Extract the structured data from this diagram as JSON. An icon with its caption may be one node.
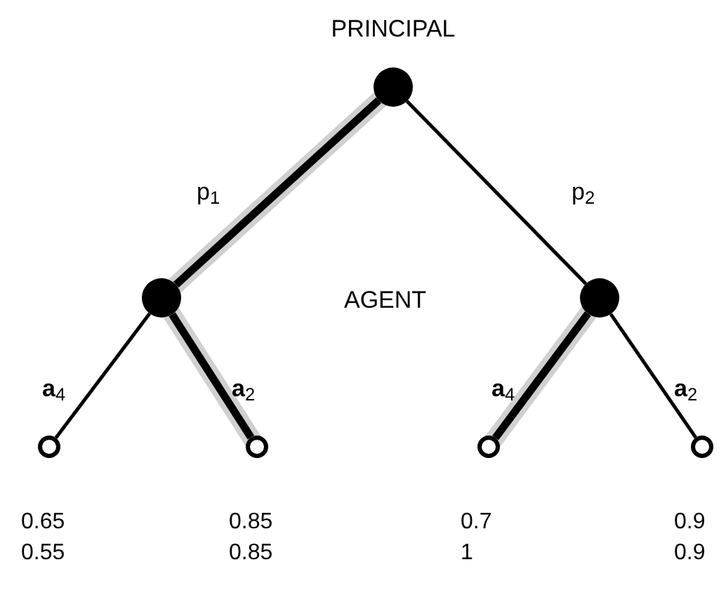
{
  "diagram": {
    "nodes": [
      {
        "text": [],
        "shape": "circle",
        "beside": [
          "PRINCIPAL"
        ]
      },
      {
        "text": [],
        "shape": "circle"
      },
      {
        "text": [],
        "shape": "circle"
      },
      {
        "text": [],
        "shape": "circle",
        "beside": [
          "0.65",
          "0.55"
        ]
      },
      {
        "text": [],
        "shape": "circle",
        "beside": [
          "0.85",
          "0.85"
        ]
      },
      {
        "text": [],
        "shape": "circle",
        "beside": [
          "0.7",
          "1"
        ]
      },
      {
        "text": [],
        "shape": "circle",
        "beside": [
          "0.9",
          "0.9"
        ]
      }
    ],
    "edges": [
      {
        "from": 0,
        "to": 1,
        "arrow": "none",
        "label": "p$_{1}$",
        "style": "thick"
      },
      {
        "from": 0,
        "to": 2,
        "arrow": "none",
        "label": "p$_{2}$"
      },
      {
        "from": 1,
        "to": 3,
        "arrow": "none",
        "label": "**a**$_{4}$"
      },
      {
        "from": 1,
        "to": 4,
        "arrow": "none",
        "label": "**a**$_{2}$",
        "style": "thick"
      },
      {
        "from": 2,
        "to": 5,
        "arrow": "none",
        "label": "**a**$_{4}$",
        "style": "thick"
      },
      {
        "from": 2,
        "to": 6,
        "arrow": "none",
        "label": "**a**$_{2}$"
      }
    ],
    "labels": [
      "AGENT"
    ]
  }
}
